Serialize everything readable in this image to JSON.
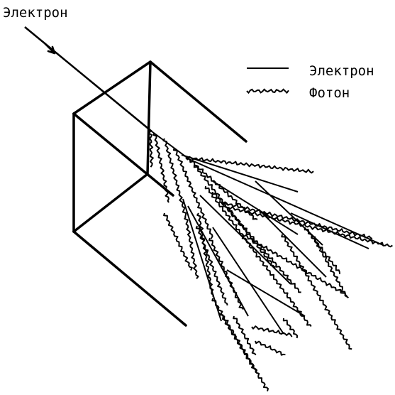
{
  "diagram": {
    "incoming_label": "Электрон",
    "legend": [
      {
        "style": "solid-line",
        "label": "Электрон"
      },
      {
        "style": "wavy-line",
        "label": "Фотон"
      }
    ]
  }
}
